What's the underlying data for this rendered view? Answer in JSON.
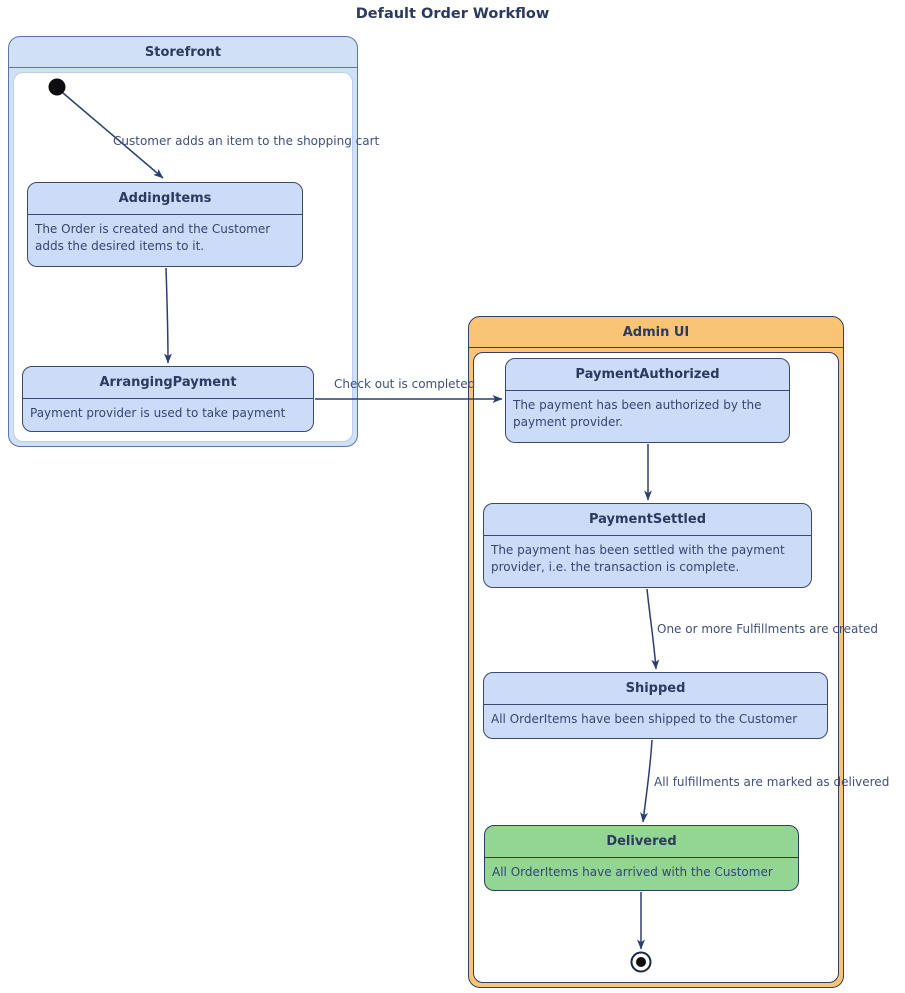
{
  "diagram_title": "Default Order Workflow",
  "colors": {
    "state_fill": "#ccdcf8",
    "state_border": "#3a4a6e",
    "storefront_header_fill": "#cfe0f7",
    "storefront_border": "#5b74ad",
    "admin_header_fill": "#fac477",
    "admin_border": "#323f66",
    "delivered_fill": "#93d694",
    "arrow": "#2b3f6e",
    "title_text": "#2b3a5e",
    "body_text": "#334672"
  },
  "containers": {
    "storefront": {
      "label": "Storefront"
    },
    "admin_ui": {
      "label": "Admin UI"
    }
  },
  "states": {
    "adding_items": {
      "name": "AddingItems",
      "description": "The Order is created and the Customer adds the desired items to it."
    },
    "arranging_payment": {
      "name": "ArrangingPayment",
      "description": "Payment provider is used to take payment"
    },
    "payment_authorized": {
      "name": "PaymentAuthorized",
      "description": "The payment has been authorized by the payment provider."
    },
    "payment_settled": {
      "name": "PaymentSettled",
      "description": "The payment has been settled with the payment provider, i.e. the transaction is complete."
    },
    "shipped": {
      "name": "Shipped",
      "description": "All OrderItems have been shipped to the Customer"
    },
    "delivered": {
      "name": "Delivered",
      "description": "All OrderItems have arrived with the Customer"
    }
  },
  "transitions": {
    "add_item": {
      "label": "Customer adds an item to the shopping cart"
    },
    "checkout": {
      "label": "Check out is completed"
    },
    "fulfillments_created": {
      "label": "One or more Fulfillments are created"
    },
    "marked_delivered": {
      "label": "All fulfillments are marked as delivered"
    }
  }
}
